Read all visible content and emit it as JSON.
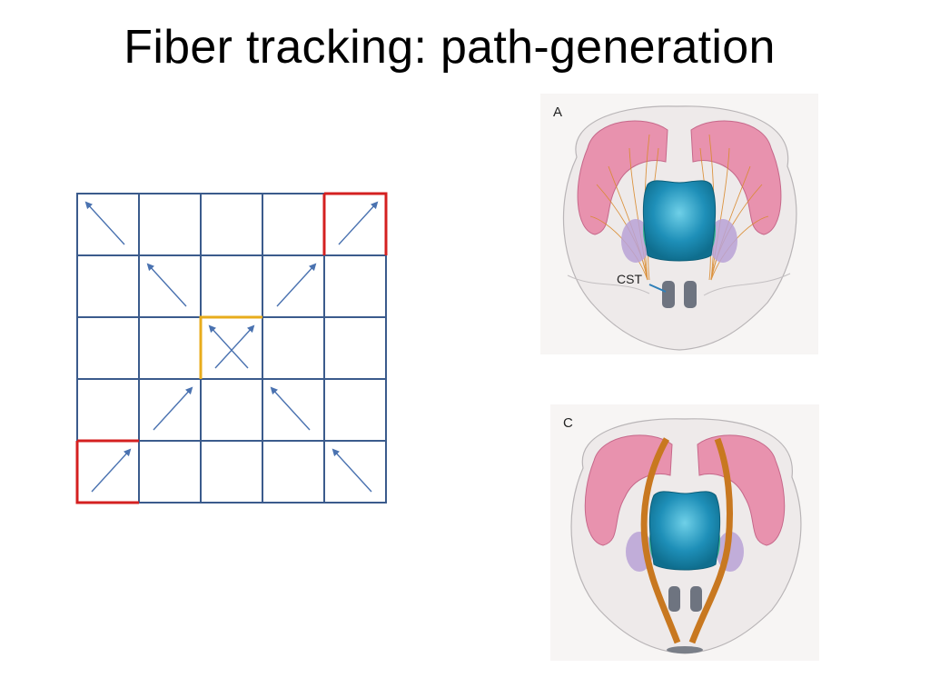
{
  "slide": {
    "title": "Fiber tracking: path-generation"
  },
  "grid": {
    "rows": 5,
    "cols": 5,
    "line_color": "#3b5b8c",
    "arrow_color": "#4a72b0",
    "seed_color": "#e8ac1c",
    "endpoint_color": "#d42020",
    "arrows": [
      {
        "row": 0,
        "col": 0,
        "direction": "up-left"
      },
      {
        "row": 0,
        "col": 4,
        "direction": "up-right"
      },
      {
        "row": 1,
        "col": 1,
        "direction": "up-left"
      },
      {
        "row": 1,
        "col": 3,
        "direction": "up-right"
      },
      {
        "row": 2,
        "col": 2,
        "direction": "up-left"
      },
      {
        "row": 2,
        "col": 2,
        "direction": "up-right"
      },
      {
        "row": 3,
        "col": 1,
        "direction": "up-right"
      },
      {
        "row": 3,
        "col": 3,
        "direction": "up-left"
      },
      {
        "row": 4,
        "col": 0,
        "direction": "up-right"
      },
      {
        "row": 4,
        "col": 4,
        "direction": "up-left"
      }
    ],
    "seed_cell": {
      "row": 2,
      "col": 2
    },
    "endpoint_cells": [
      {
        "row": 0,
        "col": 4
      },
      {
        "row": 4,
        "col": 0
      }
    ]
  },
  "brain_panels": [
    {
      "id": "A",
      "letter": "A",
      "annotation": "CST",
      "style": "fan"
    },
    {
      "id": "C",
      "letter": "C",
      "annotation": "",
      "style": "tract"
    }
  ]
}
